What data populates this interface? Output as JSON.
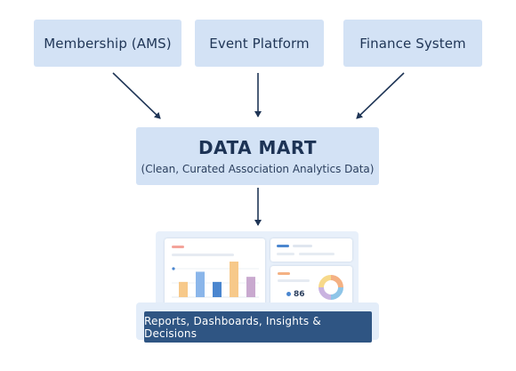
{
  "sources": [
    {
      "label": "Membership (AMS)"
    },
    {
      "label": "Event Platform"
    },
    {
      "label": "Finance System"
    }
  ],
  "data_mart": {
    "title": "DATA MART",
    "subtitle": "(Clean, Curated Association Analytics Data)"
  },
  "dashboard": {
    "bar_values": [
      3,
      5,
      3,
      7,
      4
    ],
    "bar_colors": [
      "#f7c98a",
      "#8bb6ea",
      "#4a86cf",
      "#f7c98a",
      "#c9a9cf"
    ],
    "kpi_value": "86",
    "donut_colors": [
      "#f4b183",
      "#8ec5e8",
      "#c9b3e0",
      "#f7d98a"
    ],
    "caption": "Reports, Dashboards, Insights & Decisions"
  },
  "colors": {
    "box_fill": "#d3e2f5",
    "arrow": "#1f3556",
    "caption_fill": "#2f5583"
  }
}
